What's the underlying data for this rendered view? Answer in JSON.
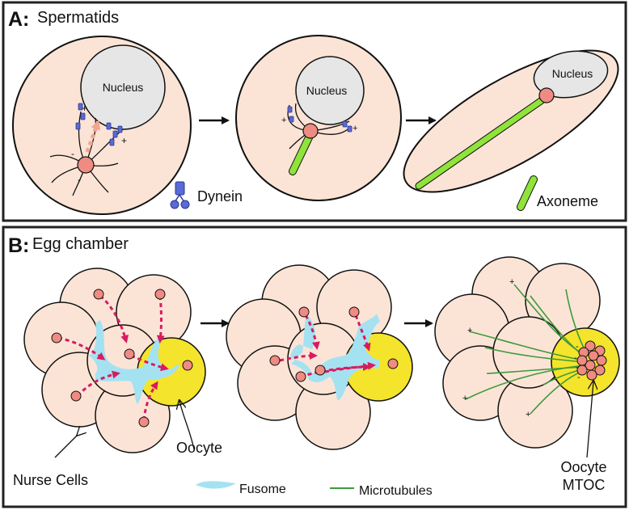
{
  "panel_a": {
    "letter": "A:",
    "title": "Spermatids",
    "nucleus_label": "Nucleus",
    "dynein_label": "Dynein",
    "axoneme_label": "Axoneme",
    "plus_sign": "+",
    "minus_sign": "-"
  },
  "panel_b": {
    "letter": "B:",
    "title": "Egg chamber",
    "nurse_cells_label": "Nurse Cells",
    "oocyte_label": "Oocyte",
    "mtoc_label_line1": "Oocyte",
    "mtoc_label_line2": "MTOC",
    "fusome_label": "Fusome",
    "microtubules_label": "Microtubules",
    "plus_sign": "+",
    "minus_sign": "-"
  },
  "colors": {
    "cell_fill": "#fbe4d6",
    "nucleus_fill": "#e6e6e6",
    "centriole": "#ef8b82",
    "axoneme": "#8fe33b",
    "dynein": "#5a6ad6",
    "fusome": "#a4e2f2",
    "oocyte": "#f4e42b",
    "transport_arrow": "#d81b60",
    "microtubule": "#3d9a3d",
    "border": "#222222"
  }
}
